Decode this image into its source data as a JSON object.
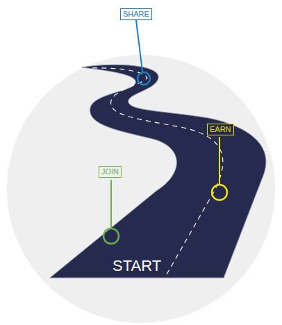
{
  "diagram": {
    "nodes": [
      {
        "text": [
          "SHARE"
        ]
      },
      {
        "text": [
          "EARN"
        ]
      },
      {
        "text": [
          "JOIN"
        ]
      }
    ],
    "labels": [
      "START"
    ]
  }
}
